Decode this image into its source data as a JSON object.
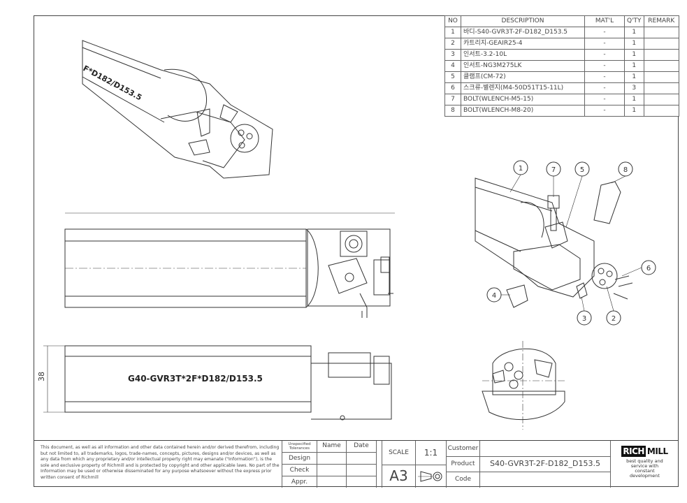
{
  "bom": {
    "headers": [
      "NO",
      "DESCRIPTION",
      "MAT'L",
      "Q'TY",
      "REMARK"
    ],
    "rows": [
      {
        "no": "1",
        "desc": "바디-S40-GVR3T-2F-D182_D153.5",
        "mat": "-",
        "qty": "1",
        "remark": ""
      },
      {
        "no": "2",
        "desc": "카트리지-GEAIR25-4",
        "mat": "-",
        "qty": "1",
        "remark": ""
      },
      {
        "no": "3",
        "desc": "인서트-3.2-10L",
        "mat": "-",
        "qty": "1",
        "remark": ""
      },
      {
        "no": "4",
        "desc": "인서트-NG3M275LK",
        "mat": "-",
        "qty": "1",
        "remark": ""
      },
      {
        "no": "5",
        "desc": "클램프(CM-72)",
        "mat": "-",
        "qty": "1",
        "remark": ""
      },
      {
        "no": "6",
        "desc": "스크류-별렌지(M4-50D51T15-11L)",
        "mat": "-",
        "qty": "3",
        "remark": ""
      },
      {
        "no": "7",
        "desc": "BOLT(WLENCH-M5-15)",
        "mat": "-",
        "qty": "1",
        "remark": ""
      },
      {
        "no": "8",
        "desc": "BOLT(WLENCH-M8-20)",
        "mat": "-",
        "qty": "1",
        "remark": ""
      }
    ]
  },
  "drawing": {
    "body_marking": "G40-GVR3T*2F*D182/D153.5",
    "iso_marking": "F*D182/D153.5",
    "dimension_height": "38",
    "balloons": [
      "1",
      "7",
      "5",
      "8",
      "6",
      "4",
      "3",
      "2"
    ]
  },
  "title_block": {
    "disclaimer": "This document, as well as all information and other data contained herein and/or derived therefrom, including but not limited to, all trademarks, logos, trade-names, concepts, pictures, designs and/or devices, as well as any data from which any proprietary and/or intellectual property right may emanate (\"Information\"), is the sole and exclusive property of Richmill and is protected by copyright and other applicable laws. No part of the Information may be used or otherwise disseminated for any purpose whatsoever without the express prior written consent of Richmill",
    "tolerances": "Unspecified Tolerances",
    "name_label": "Name",
    "date_label": "Date",
    "design_label": "Design",
    "check_label": "Check",
    "appr_label": "Appr.",
    "scale_label": "SCALE",
    "scale_value": "1:1",
    "sheet_size": "A3",
    "customer_label": "Customer",
    "customer_value": "",
    "product_label": "Product",
    "product_value": "S40-GVR3T-2F-D182_D153.5",
    "code_label": "Code",
    "code_value": "",
    "logo_left": "RICH",
    "logo_right": "MILL",
    "tagline": "best quality and service with constant development"
  }
}
